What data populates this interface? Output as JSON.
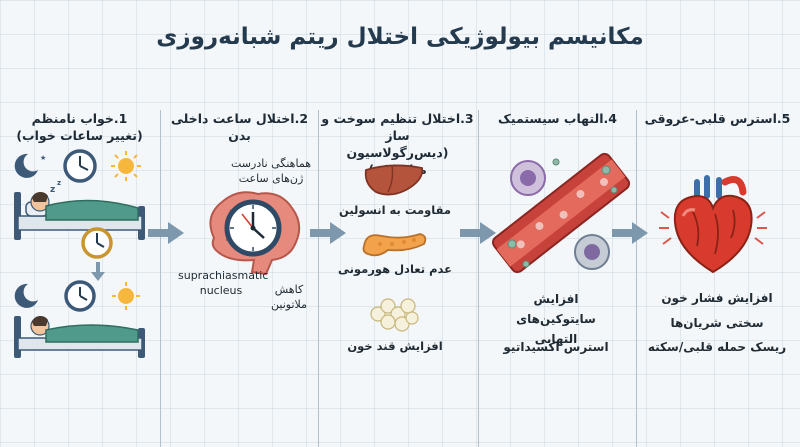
{
  "title": "مکانیسم بیولوژیکی اختلال ریتم شبانه‌روزی",
  "columns": [
    {
      "id": 1,
      "heading": "1.خواب نامنظم",
      "subheading": "(تغییر ساعات خواب)"
    },
    {
      "id": 2,
      "heading": "2.اختلال ساعت داخلی",
      "subheading": "بدن",
      "labels": {
        "clock_genes": "هماهنگی نادرست ژن‌های ساعت",
        "scn": "suprachiasmatic nucleus",
        "melatonin": "کاهش ملاتونین"
      }
    },
    {
      "id": 3,
      "heading": "3.اختلال تنظیم سوخت و ساز",
      "subheading": "(دیس‌رگولاسیون متابولیک)",
      "labels": {
        "liver": "مقاومت به انسولین",
        "pancreas": "عدم تعادل هورمونی",
        "blood_sugar": "افزایش قند خون"
      }
    },
    {
      "id": 4,
      "heading": "4.التهاب سیستمیک",
      "labels": {
        "cytokines": "افزایش سایتوکین‌های التهابی",
        "oxidative": "استرس اکسیداتیو"
      }
    },
    {
      "id": 5,
      "heading": "5.استرس قلبی-عروقی",
      "labels": {
        "bp": "افزایش فشار خون",
        "arteries": "سختی شریان‌ها",
        "risk": "ریسک حمله قلبی/سکته"
      }
    }
  ],
  "colors": {
    "title": "#243a4e",
    "arrow": "#7d98ac",
    "clock_face": "#3c5a78",
    "sun": "#f6b73c",
    "blanket": "#4f9a8a",
    "brain": "#e58a7d",
    "liver": "#b5543c",
    "pancreas": "#f2a24a",
    "vessel": "#c8423c",
    "heart": "#d83a2e"
  }
}
